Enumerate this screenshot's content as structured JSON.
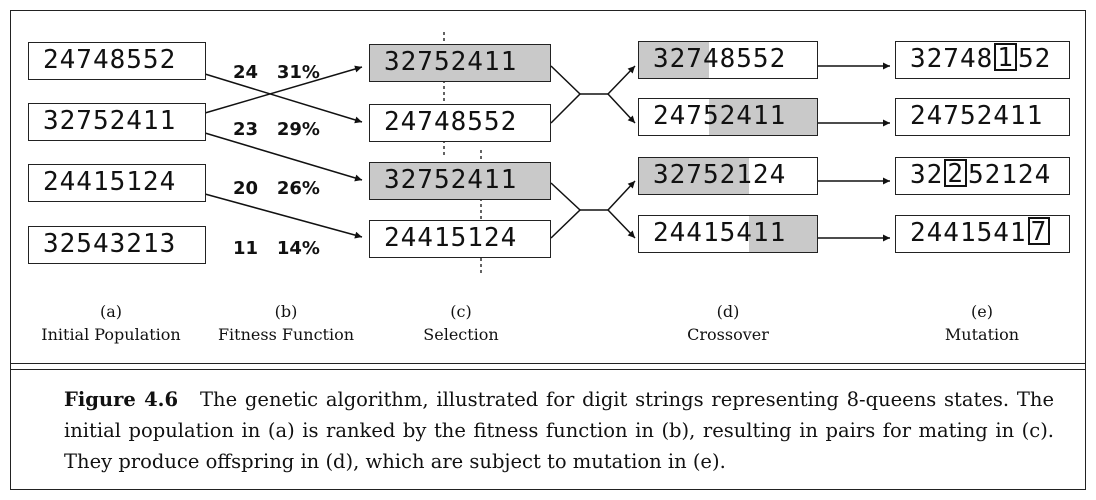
{
  "figure": {
    "columns": [
      {
        "letter": "(a)",
        "title": "Initial Population"
      },
      {
        "letter": "(b)",
        "title": "Fitness Function"
      },
      {
        "letter": "(c)",
        "title": "Selection"
      },
      {
        "letter": "(d)",
        "title": "Crossover"
      },
      {
        "letter": "(e)",
        "title": "Mutation"
      }
    ],
    "initial_population": [
      "24748552",
      "32752411",
      "24415124",
      "32543213"
    ],
    "fitness": [
      {
        "score": "24",
        "percent": "31%"
      },
      {
        "score": "23",
        "percent": "29%"
      },
      {
        "score": "20",
        "percent": "26%"
      },
      {
        "score": "11",
        "percent": "14%"
      }
    ],
    "selection": [
      "32752411",
      "24748552",
      "32752411",
      "24415124"
    ],
    "crossover": [
      "32748552",
      "24752411",
      "32752124",
      "24415411"
    ],
    "mutation": [
      {
        "before": "32748",
        "mutated": "1",
        "after": "52"
      },
      {
        "plain": "24752411"
      },
      {
        "before": "32",
        "mutated": "2",
        "after": "52124"
      },
      {
        "before": "2441541",
        "mutated": "7",
        "after": ""
      }
    ]
  },
  "caption": {
    "label": "Figure 4.6",
    "text": "The genetic algorithm, illustrated for digit strings representing 8-queens states. The initial population in (a) is ranked by the fitness function in (b), resulting in pairs for mating in (c). They produce offspring in (d), which are subject to mutation in (e)."
  }
}
